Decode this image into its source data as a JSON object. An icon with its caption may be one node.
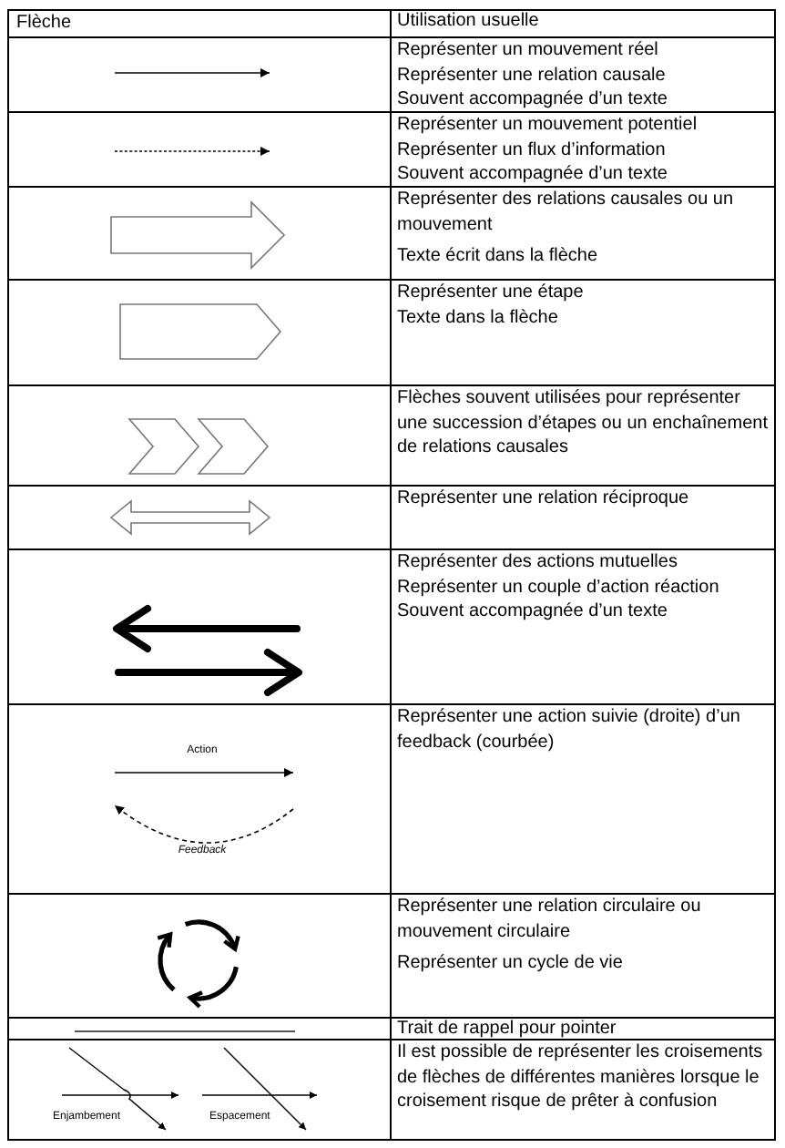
{
  "diagram": {
    "labels": [
      "Flèche",
      "Utilisation usuelle",
      "Représenter un mouvement réel",
      "Représenter une relation causale",
      "Souvent accompagnée d’un texte",
      "Représenter un mouvement potentiel",
      "Représenter un flux d’information",
      "Souvent accompagnée d’un texte",
      "Représenter des relations causales ou un mouvement",
      "Texte écrit dans la flèche",
      "Représenter une étape",
      "Texte dans la flèche",
      "Flèches souvent utilisées pour représenter une succession d’étapes ou un enchaînement de relations causales",
      "Représenter une relation réciproque",
      "Représenter des actions mutuelles",
      "Représenter un couple d’action réaction",
      "Souvent accompagnée d’un texte",
      "Action",
      "Feedback",
      "Représenter une action suivie (droite) d’un feedback (courbée)",
      "Représenter une relation circulaire ou mouvement circulaire",
      "Représenter un cycle de vie",
      "Trait de rappel pour pointer",
      "Enjambement",
      "Espacement",
      "Il est possible de représenter les croisements de flèches de différentes manières lorsque le croisement risque de prêter à confusion"
    ]
  }
}
